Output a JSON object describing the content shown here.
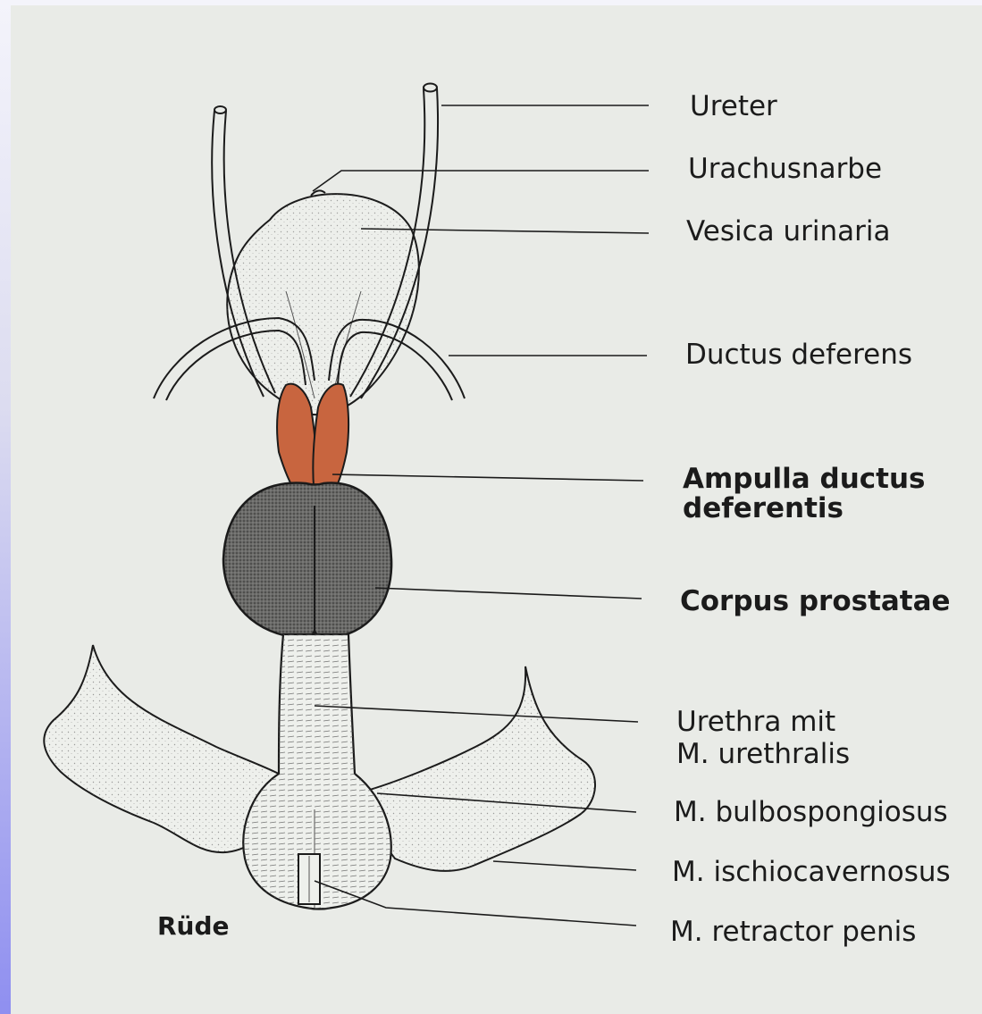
{
  "figure": {
    "caption": "Rüde",
    "labels": [
      {
        "id": "ureter",
        "text": "Ureter",
        "bold": false
      },
      {
        "id": "urachusnarbe",
        "text": "Urachusnarbe",
        "bold": false
      },
      {
        "id": "vesica",
        "text": "Vesica urinaria",
        "bold": false
      },
      {
        "id": "ductus",
        "text": "Ductus deferens",
        "bold": false
      },
      {
        "id": "ampulla",
        "line1": "Ampulla ductus",
        "line2": "deferentis",
        "bold": true
      },
      {
        "id": "prostata",
        "text": "Corpus prostatae",
        "bold": true
      },
      {
        "id": "urethra",
        "line1": "Urethra mit",
        "line2": "M. urethralis",
        "bold": false
      },
      {
        "id": "bulbo",
        "text": "M. bulbospongiosus",
        "bold": false
      },
      {
        "id": "ischio",
        "text": "M. ischiocavernosus",
        "bold": false
      },
      {
        "id": "retractor",
        "text": "M. retractor penis",
        "bold": false
      }
    ]
  },
  "colors": {
    "background": "#e9ebe7",
    "ampulla": "#c8653f",
    "prostate": "#5a5a58",
    "line": "#1b1b1b",
    "frame_gradient_bottom": "#8f8ff0"
  }
}
